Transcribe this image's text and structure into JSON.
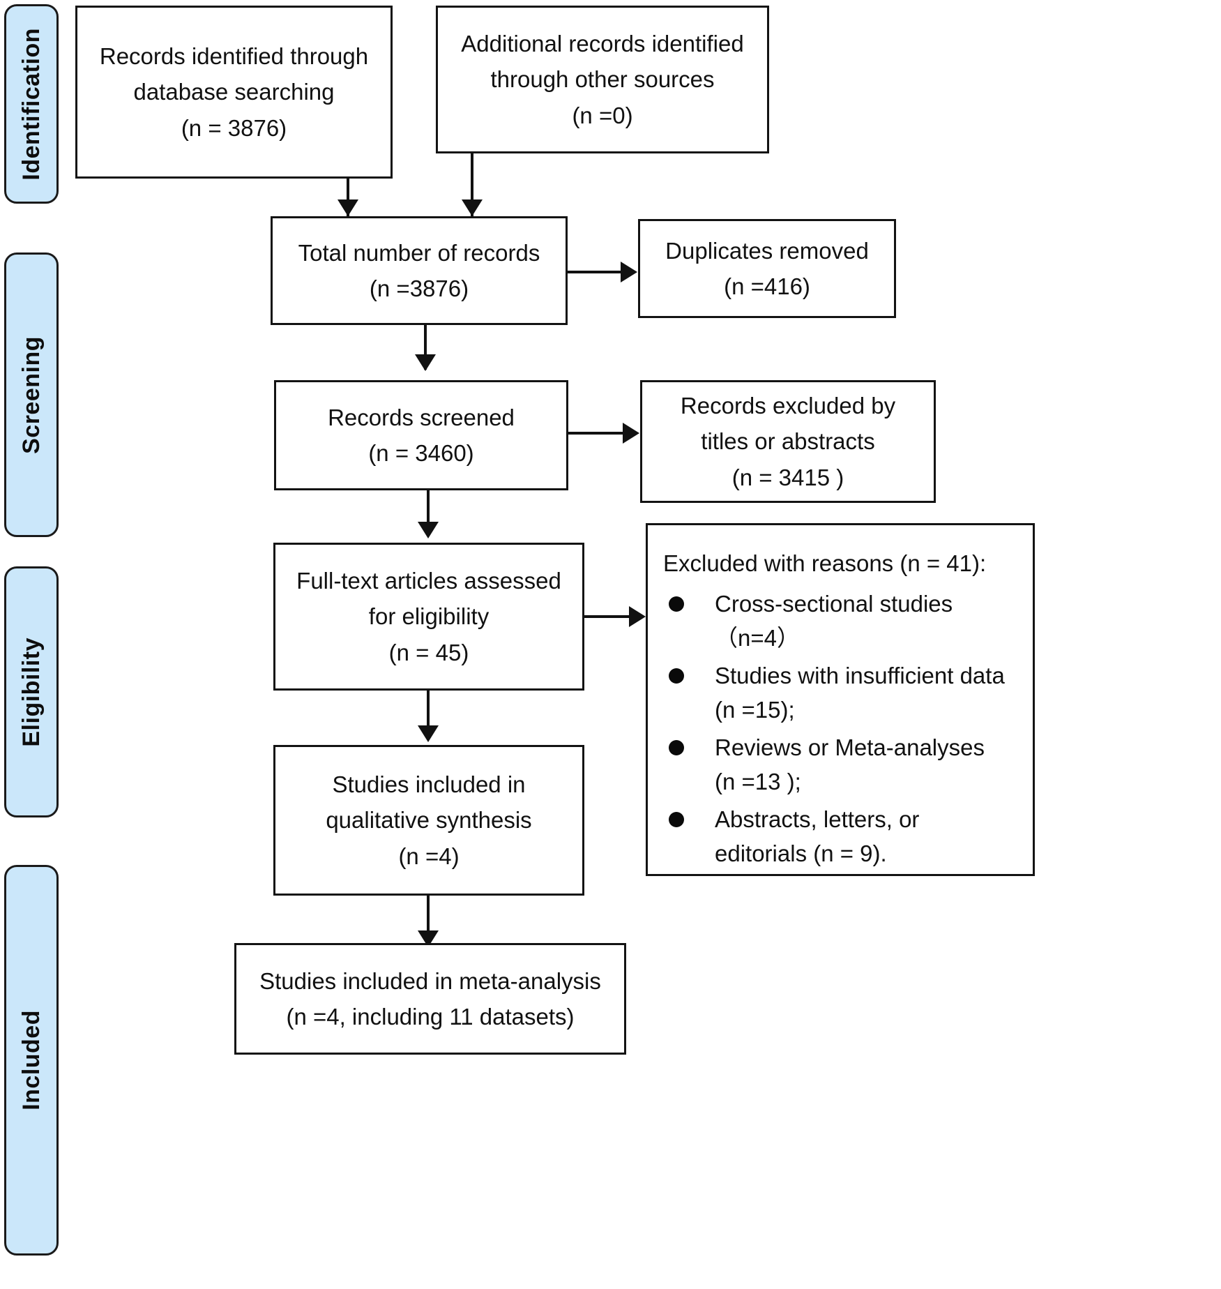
{
  "diagram": {
    "type": "PRISMA flow diagram",
    "stages": [
      {
        "id": "identification",
        "label": "Identification"
      },
      {
        "id": "screening",
        "label": "Screening"
      },
      {
        "id": "eligibility",
        "label": "Eligibility"
      },
      {
        "id": "included",
        "label": "Included"
      }
    ],
    "boxes": {
      "db_search": {
        "lines": [
          "Records identified through",
          "database searching",
          "(n = 3876)"
        ],
        "count": 3876
      },
      "other_sources": {
        "lines": [
          "Additional records identified",
          "through other sources",
          "(n =0)"
        ],
        "count": 0
      },
      "total_records": {
        "lines": [
          "Total number of records",
          "(n =3876)"
        ],
        "count": 3876
      },
      "duplicates_removed": {
        "lines": [
          "Duplicates removed",
          "(n =416)"
        ],
        "count": 416
      },
      "records_screened": {
        "lines": [
          "Records screened",
          "(n = 3460)"
        ],
        "count": 3460
      },
      "records_excluded": {
        "lines": [
          "Records excluded by",
          "titles or abstracts",
          "(n = 3415 )"
        ],
        "count": 3415
      },
      "fulltext_assessed": {
        "lines": [
          "Full-text articles assessed",
          "for eligibility",
          "(n = 45)"
        ],
        "count": 45
      },
      "qualitative_synthesis": {
        "lines": [
          "Studies included in",
          "qualitative synthesis",
          "(n =4)"
        ],
        "count": 4
      },
      "meta_analysis": {
        "lines": [
          "Studies included in meta-analysis",
          "(n =4, including 11 datasets)"
        ],
        "count": 4,
        "datasets": 11
      }
    },
    "excluded_with_reasons": {
      "title": "Excluded with reasons (n = 41):",
      "total": 41,
      "items": [
        {
          "lines": [
            "Cross-sectional studies（n=4）"
          ],
          "count": 4
        },
        {
          "lines": [
            "Studies with insufficient data",
            "(n =15);"
          ],
          "count": 15
        },
        {
          "lines": [
            "Reviews or Meta-analyses",
            "(n =13 );"
          ],
          "count": 13
        },
        {
          "lines": [
            "Abstracts, letters, or",
            "editorials (n = 9)."
          ],
          "count": 9
        }
      ]
    },
    "colors": {
      "stage_fill": "#cbe7fa",
      "stroke": "#131313",
      "box_fill": "#ffffff",
      "text": "#111111"
    }
  }
}
